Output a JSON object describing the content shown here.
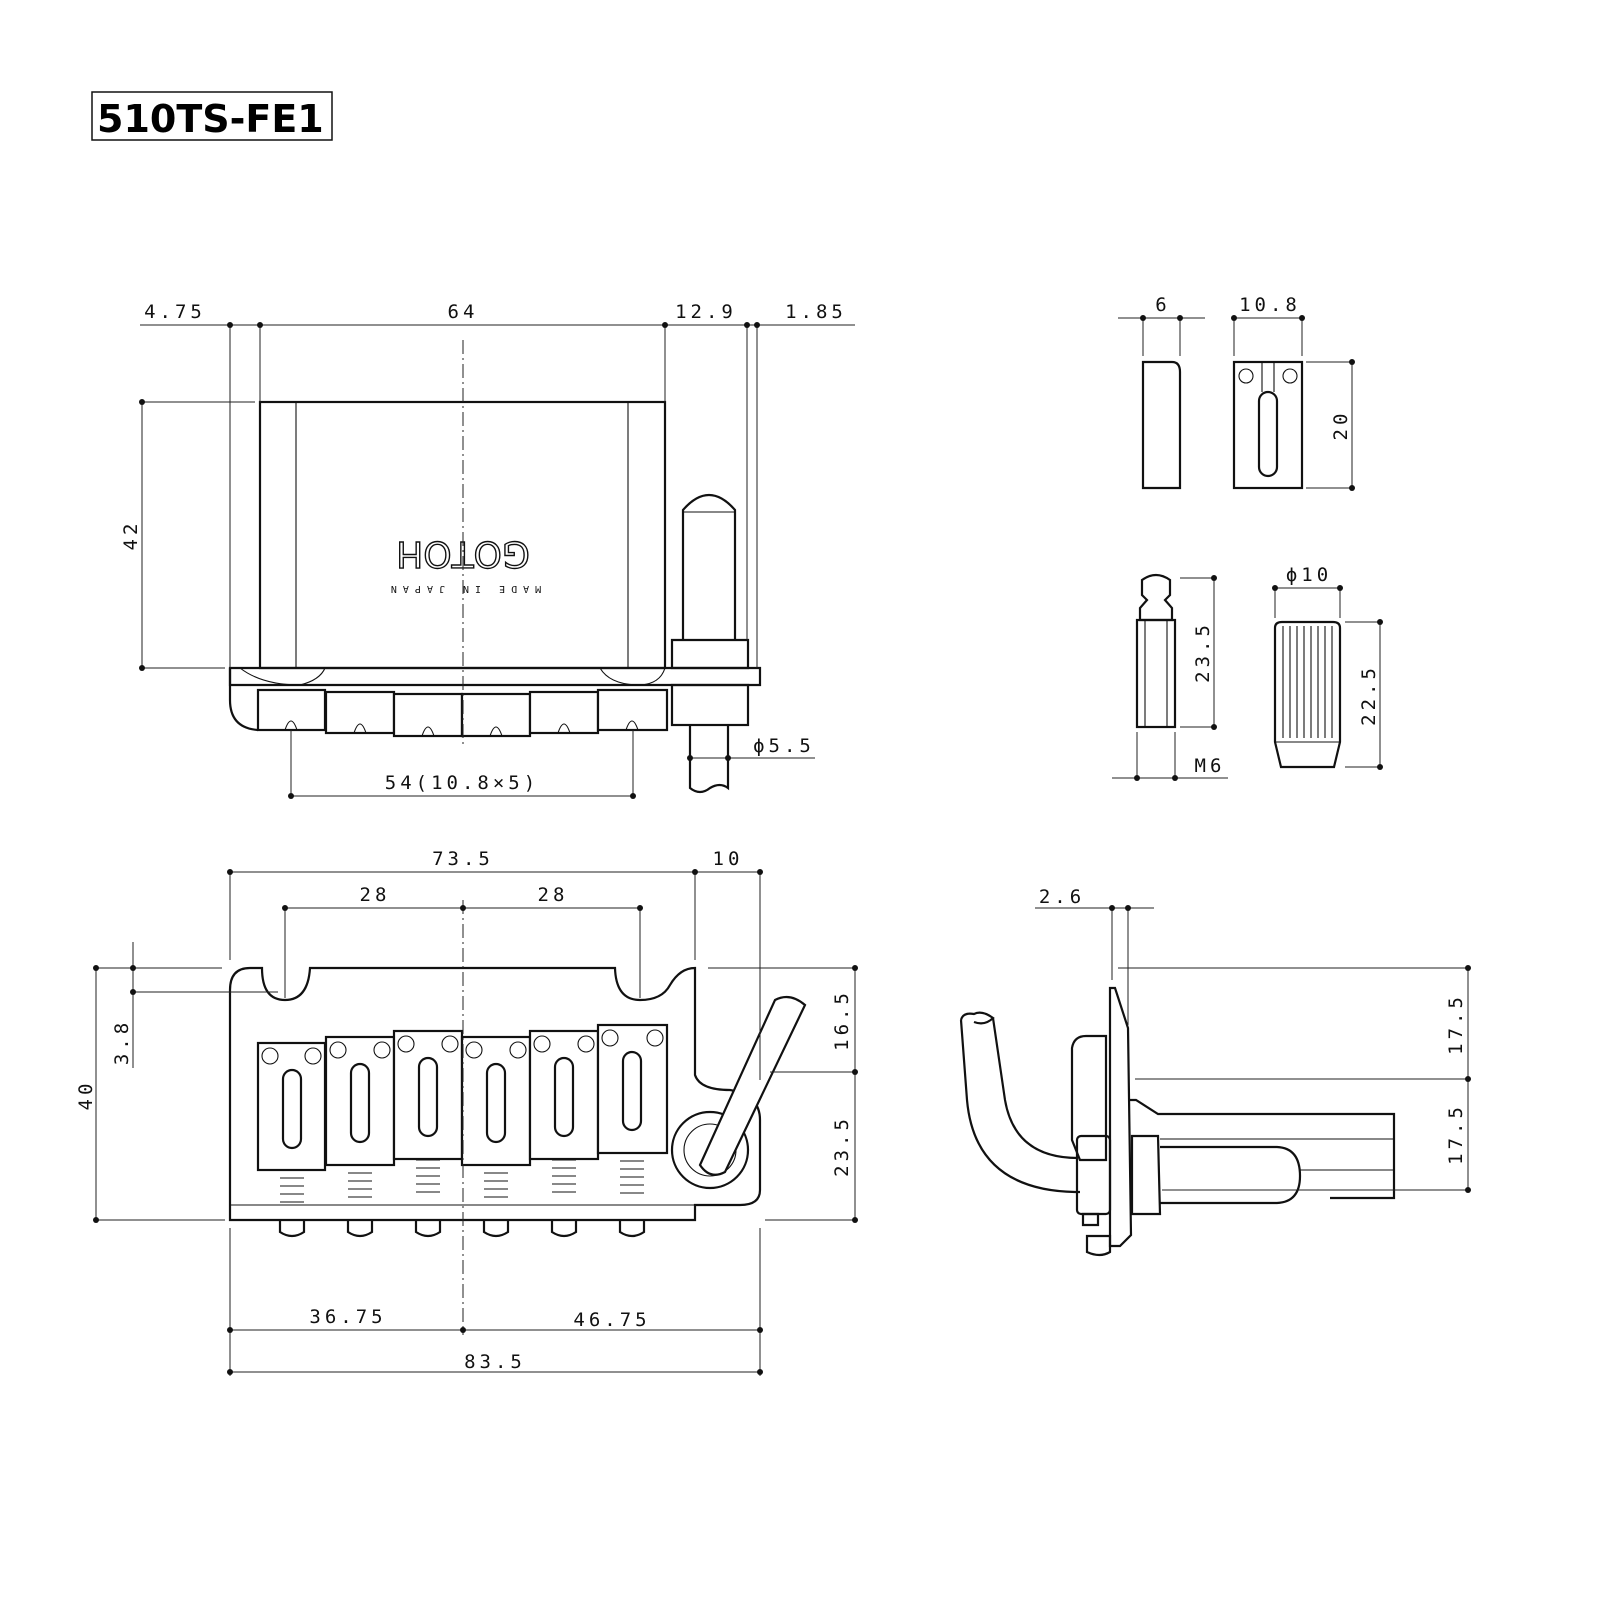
{
  "title": "510TS-FE1",
  "logo": {
    "brand": "GOTOH",
    "origin": "MADE IN JAPAN"
  },
  "top_view": {
    "dim_left_offset": "4.75",
    "dim_block_width": "64",
    "dim_arm_offset": "12.9",
    "dim_arm_width": "1.85",
    "dim_block_height": "42",
    "dim_string_spacing": "54(10.8×5)",
    "dim_arm_diameter": "ϕ5.5"
  },
  "parts": {
    "saddle_side_width": "6",
    "saddle_top_width": "10.8",
    "saddle_length": "20",
    "arm_post_length": "23.5",
    "arm_post_thread": "M6",
    "arm_cap_diameter": "ϕ10",
    "arm_cap_length": "22.5"
  },
  "front_view": {
    "dim_base_width": "73.5",
    "dim_arm_ext": "10",
    "dim_stud_left": "28",
    "dim_stud_right": "28",
    "dim_height": "40",
    "dim_notch": "3.8",
    "dim_upper": "16.5",
    "dim_lower": "23.5",
    "dim_bottom_left": "36.75",
    "dim_bottom_right": "46.75",
    "dim_total": "83.5"
  },
  "side_view": {
    "dim_plate": "2.6",
    "dim_upper": "17.5",
    "dim_lower": "17.5"
  }
}
